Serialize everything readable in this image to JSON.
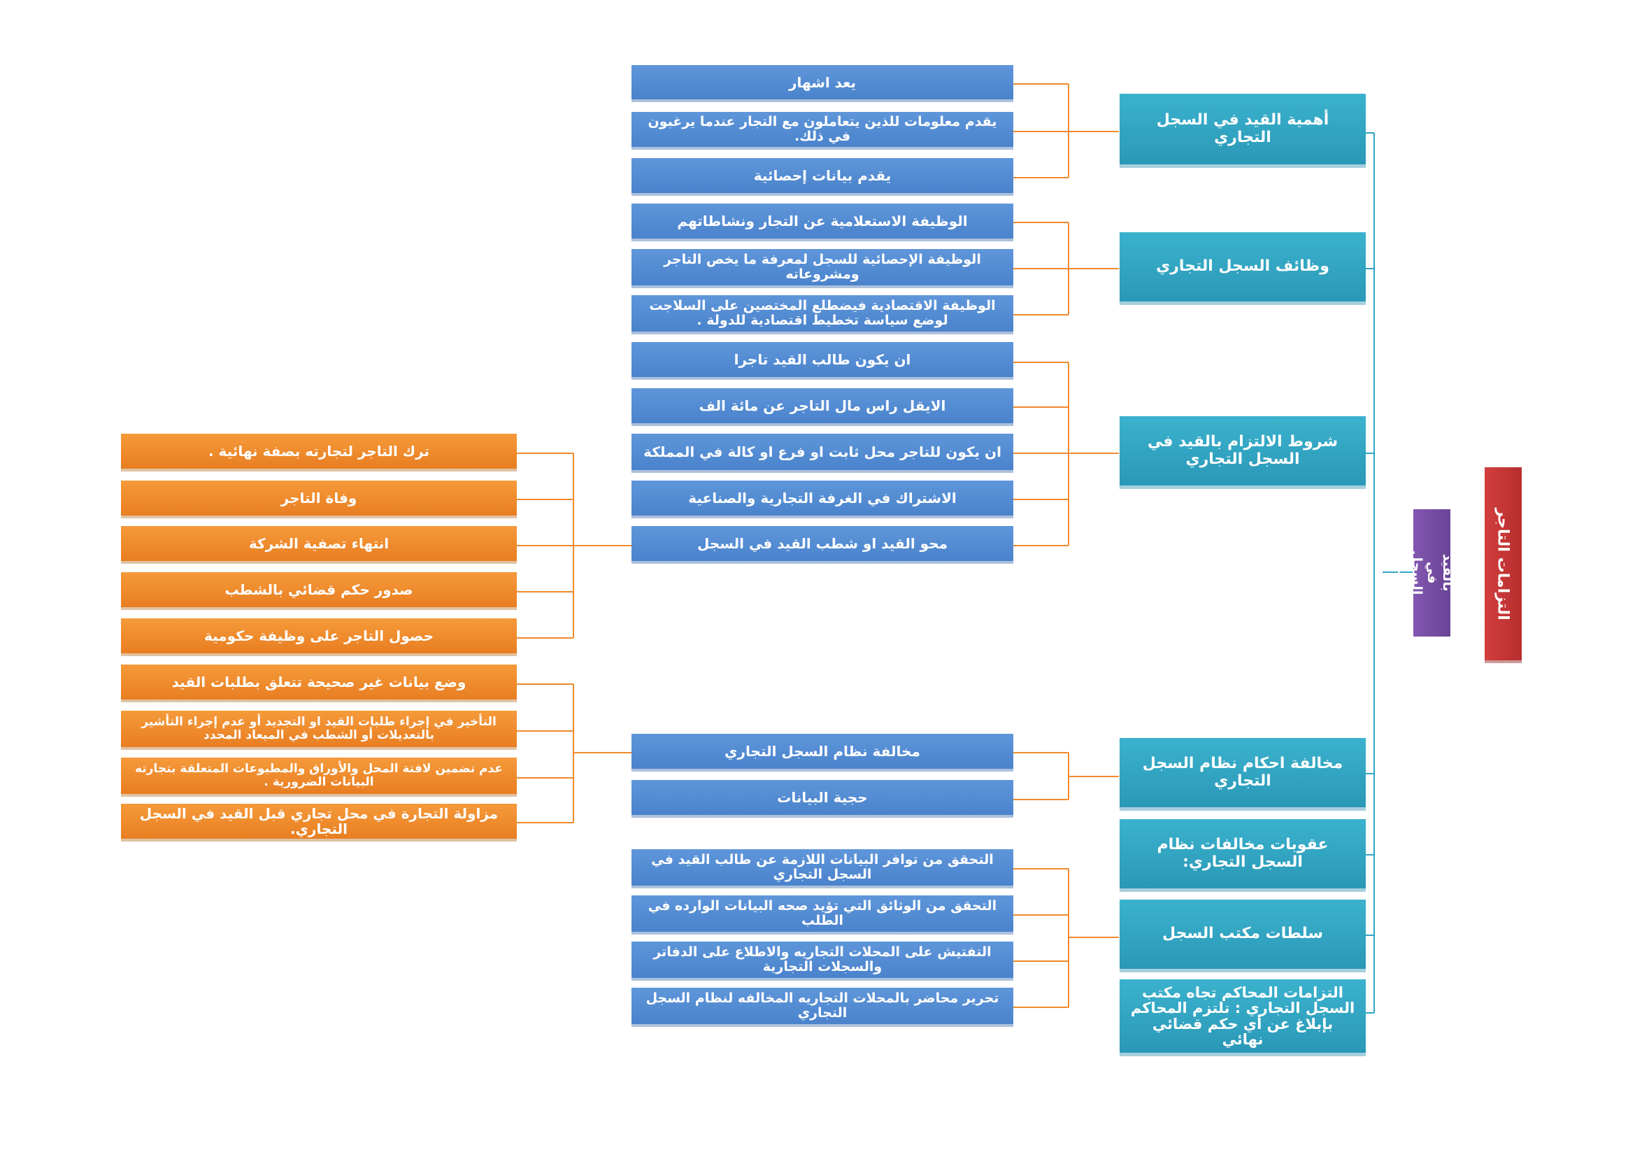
{
  "root": "التزامات التاجر",
  "subroot": "الالتزام بالقيد في السجل التجاري",
  "sections": [
    {
      "title": "أهمية القيد في السجل التجاري",
      "items": [
        "يعد اشهار",
        "يقدم معلومات للذين يتعاملون مع التجار عندما يرغبون في ذلك.",
        "يقدم بيانات إحصائية"
      ]
    },
    {
      "title": "وظائف السجل التجاري",
      "items": [
        "الوظيفة الاستعلامية عن التجار ونشاطاتهم",
        "الوظيفة الإحصائية للسجل لمعرفة ما يخص التاجر ومشروعاته",
        "الوظيفة الاقتصادية فيضطلع المختصين على السلاجت لوضع سياسة تخطيط اقتصادية للدولة ."
      ]
    },
    {
      "title": "شروط الالتزام بالقيد في السجل التجاري",
      "items": [
        "ان يكون طالب القيد تاجرا",
        "الايقل راس مال  التاجر عن مائة الف",
        "ان يكون للتاجر محل ثابت او فرع او كالة في المملكة",
        "الاشتراك في الغرفة التجارية والصناعية",
        "محو القيد او شطب القيد في السجل"
      ]
    },
    {
      "title": "مخالفة احكام نظام السجل التجاري",
      "items": [
        "مخالفة نظام السجل التجاري",
        "حجية البيانات"
      ]
    },
    {
      "title": "عقوبات مخالفات نظام السجل التجاري:",
      "items": []
    },
    {
      "title": "سلطات مكتب السجل",
      "items": [
        "التحقق من توافر البيانات اللازمة عن طالب القيد في السجل التجاري",
        "التحقق من الوثائق التي تؤيد صحه البيانات الوارده في الطلب",
        "التفتيش على المحلات التجاريه والاطلاع على الدفاتر والسجلات التجارية",
        "تحرير محاضر بالمحلات التجاريه المخالفه لنظام السجل التجاري"
      ]
    },
    {
      "title": "التزامات المحاكم تجاه مكتب السجل التجاري :  تلتزم المحاكم بإبلاغ عن أي حكم قضائي نهائي",
      "items": []
    }
  ],
  "deletion_cases": [
    "ترك التاجر لتجارته بصفة نهائية .",
    "وفاة التاجر",
    "انتهاء  تصفية الشركة",
    "صدور حكم قضائي بالشطب",
    "حصول التاجر على وظيفة حكومية"
  ],
  "violations": [
    "وضع بيانات غير صحيحة تتعلق بطلبات القيد",
    "التأخير في إجراء طلبات القيد او التجديد أو عدم إجراء التأشير بالتعديلات أو الشطب  في الميعاد المحدد",
    "عدم تضمين لافتة المحل والأوراق والمطبوعات المتعلقة بتجارته البيانات الضرورية .",
    "مزاولة التجارة في محل تجاري قبل القيد في السجل التجاري."
  ],
  "colors": {
    "root": "#c0392b",
    "subroot": "#7a4ea6",
    "level1": "#31a5c3",
    "level2": "#4f8ad4",
    "level3": "#f08a2c",
    "connector_blue": "#31a5c3",
    "connector_orange": "#f08a2c"
  }
}
